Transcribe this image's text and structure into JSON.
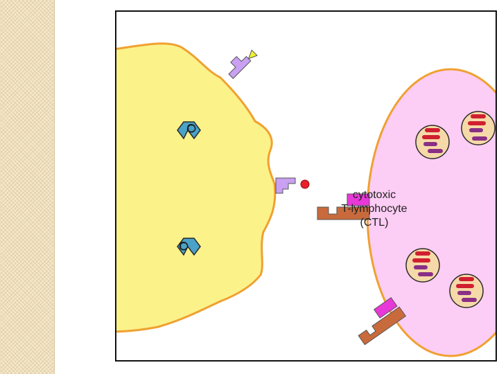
{
  "diagram": {
    "ctl_label": {
      "line1": "cytotoxic",
      "line2": "T-lymphocyte",
      "line3": "(CTL)"
    },
    "colors": {
      "infected_cell_fill": "#fbf28a",
      "infected_cell_border": "#f0a030",
      "ctl_fill": "#fccdf5",
      "ctl_border": "#f0a030",
      "mhc_molecule": "#c9a0f2",
      "antigen_peptide": "#e8202a",
      "antigen_yellow": "#f2f230",
      "t_cell_receptor": "#e838d8",
      "cd8_coreceptor": "#c96a3c",
      "virus": "#4aa2c8",
      "granule_fill": "#f6d9a8",
      "granule_red_bar": "#d02030",
      "granule_purple_bar": "#8a2f86",
      "side_strip": "#f4e7c9"
    },
    "icons": [
      "virus-icon",
      "mhc-molecule-icon",
      "t-cell-receptor-icon",
      "granule-icon"
    ]
  }
}
